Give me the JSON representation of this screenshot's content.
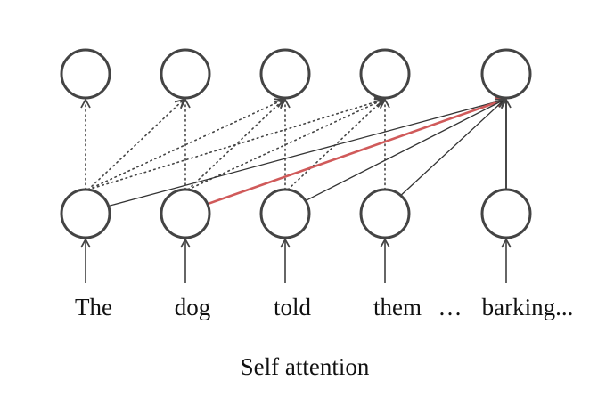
{
  "title": "Self attention",
  "tokens": [
    "The",
    "dog",
    "told",
    "them",
    "barking..."
  ],
  "ellipsis": "…",
  "colors": {
    "node_stroke": "#444444",
    "edge_solid": "#333333",
    "edge_dotted": "#444444",
    "highlight": "#d05a5a"
  },
  "nodes": {
    "inputs": [
      "The",
      "dog",
      "told",
      "them",
      "barking..."
    ],
    "outputs": [
      "The",
      "dog",
      "told",
      "them",
      "barking..."
    ]
  },
  "edges": [
    {
      "from": 0,
      "to": 0,
      "style": "dotted"
    },
    {
      "from": 0,
      "to": 1,
      "style": "dotted"
    },
    {
      "from": 1,
      "to": 1,
      "style": "dotted"
    },
    {
      "from": 0,
      "to": 2,
      "style": "dotted"
    },
    {
      "from": 1,
      "to": 2,
      "style": "dotted"
    },
    {
      "from": 2,
      "to": 2,
      "style": "dotted"
    },
    {
      "from": 0,
      "to": 3,
      "style": "dotted"
    },
    {
      "from": 1,
      "to": 3,
      "style": "dotted"
    },
    {
      "from": 2,
      "to": 3,
      "style": "dotted"
    },
    {
      "from": 3,
      "to": 3,
      "style": "dotted"
    },
    {
      "from": 0,
      "to": 4,
      "style": "solid"
    },
    {
      "from": 1,
      "to": 4,
      "style": "highlight"
    },
    {
      "from": 2,
      "to": 4,
      "style": "solid"
    },
    {
      "from": 3,
      "to": 4,
      "style": "solid"
    },
    {
      "from": 4,
      "to": 4,
      "style": "solid"
    }
  ]
}
